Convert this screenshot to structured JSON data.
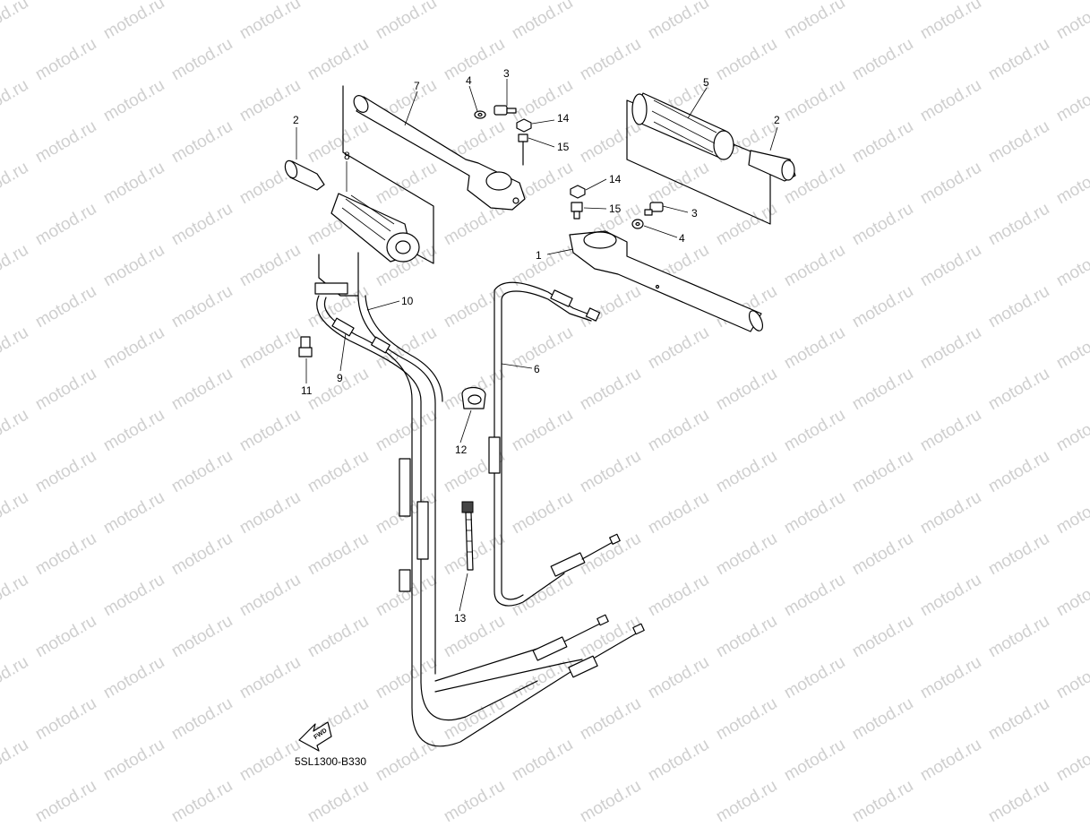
{
  "watermark": "motod.ru",
  "diagram_code": "5SL1300-B330",
  "fwd_label": "FWD",
  "callouts": [
    "7",
    "4",
    "3",
    "14",
    "15",
    "2",
    "8",
    "5",
    "2",
    "14",
    "15",
    "3",
    "4",
    "1",
    "10",
    "11",
    "9",
    "6",
    "12",
    "13"
  ]
}
